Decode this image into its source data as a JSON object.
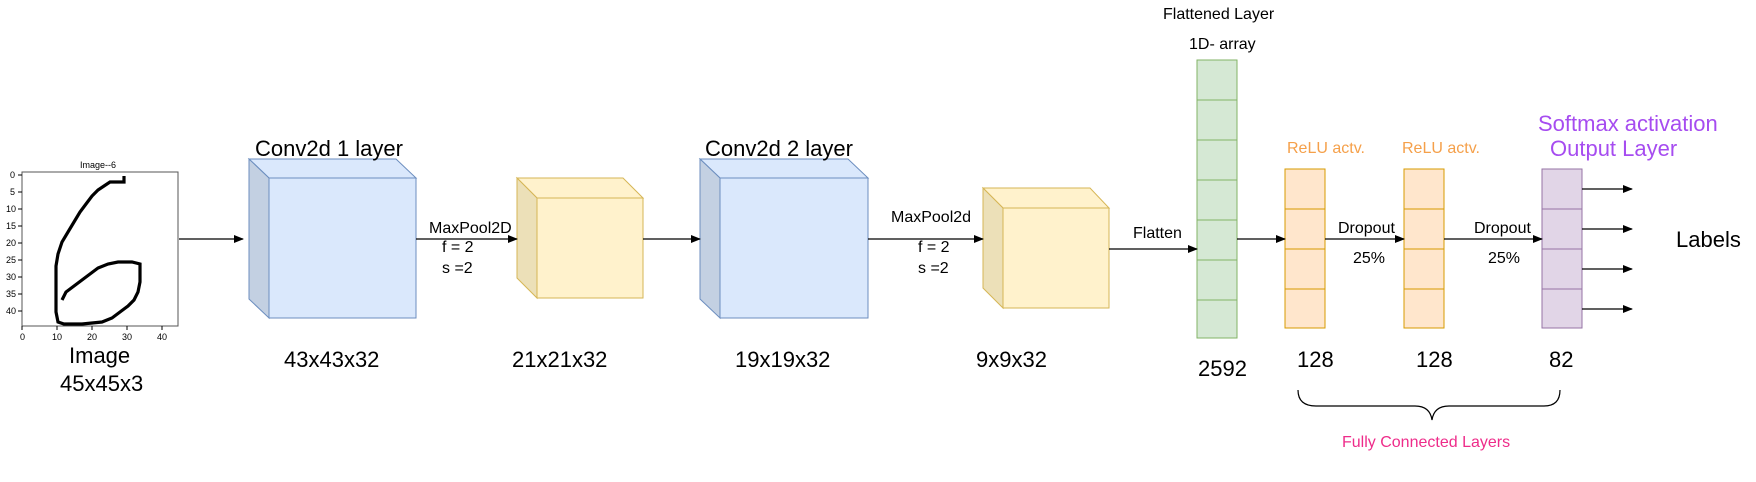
{
  "input_image": {
    "plot_title": "Image--6",
    "x_ticks": [
      "0",
      "10",
      "20",
      "30",
      "40"
    ],
    "y_ticks": [
      "0",
      "5",
      "10",
      "15",
      "20",
      "25",
      "30",
      "35",
      "40"
    ],
    "label_line1": "Image",
    "label_line2": "45x45x3"
  },
  "conv1": {
    "title": "Conv2d 1 layer",
    "dims": "43x43x32"
  },
  "pool1": {
    "op_label": "MaxPool2D",
    "f": "f = 2",
    "s": "s =2",
    "dims": "21x21x32"
  },
  "conv2": {
    "title": "Conv2d 2 layer",
    "dims": "19x19x32"
  },
  "pool2": {
    "op_label": "MaxPool2d",
    "f": "f = 2",
    "s": "s =2",
    "dims": "9x9x32"
  },
  "flatten": {
    "op_label": "Flatten",
    "title": "Flattened Layer",
    "subtitle": "1D- array",
    "size": "2592"
  },
  "dense1": {
    "title": "ReLU actv.",
    "size": "128"
  },
  "dropout1": {
    "label": "Dropout",
    "rate": "25%"
  },
  "dense2": {
    "title": "ReLU actv.",
    "size": "128"
  },
  "dropout2": {
    "label": "Dropout",
    "rate": "25%"
  },
  "output": {
    "title_line1": "Softmax activation",
    "title_line2": "Output Layer",
    "size": "82"
  },
  "labels": "Labels",
  "fc_group": "Fully Connected Layers",
  "colors": {
    "conv_fill": "#dae8fc",
    "conv_stroke": "#6c8ebf",
    "pool_fill": "#fff2cc",
    "pool_stroke": "#d6b656",
    "flat_fill": "#d5e8d4",
    "flat_stroke": "#82b366",
    "dense_fill": "#ffe6cc",
    "dense_stroke": "#d79b00",
    "out_fill": "#e1d5e7",
    "out_stroke": "#9673a6",
    "orange_text": "#f5a04a",
    "purple_text": "#a64cf0",
    "pink_text": "#ee2c8a"
  }
}
